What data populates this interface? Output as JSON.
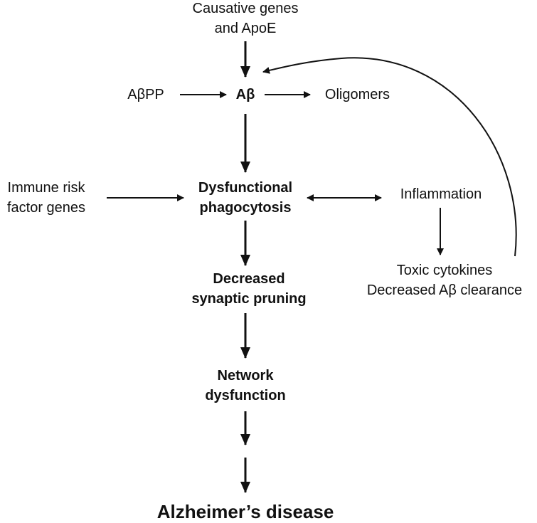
{
  "nodes": {
    "causative": {
      "line1": "Causative genes",
      "line2": "and ApoE"
    },
    "abpp": {
      "label": "AβPP"
    },
    "ab": {
      "label": "Aβ"
    },
    "oligomers": {
      "label": "Oligomers"
    },
    "immune": {
      "line1": "Immune risk",
      "line2": "factor genes"
    },
    "phago": {
      "line1": "Dysfunctional",
      "line2": "phagocytosis"
    },
    "inflammation": {
      "label": "Inflammation"
    },
    "toxic": {
      "line1": "Toxic cytokines",
      "line2": "Decreased Aβ clearance"
    },
    "pruning": {
      "line1": "Decreased",
      "line2": "synaptic pruning"
    },
    "network": {
      "line1": "Network",
      "line2": "dysfunction"
    },
    "alzheimers": {
      "label": "Alzheimer’s disease"
    }
  },
  "colors": {
    "stroke": "#111111",
    "background": "#ffffff"
  }
}
